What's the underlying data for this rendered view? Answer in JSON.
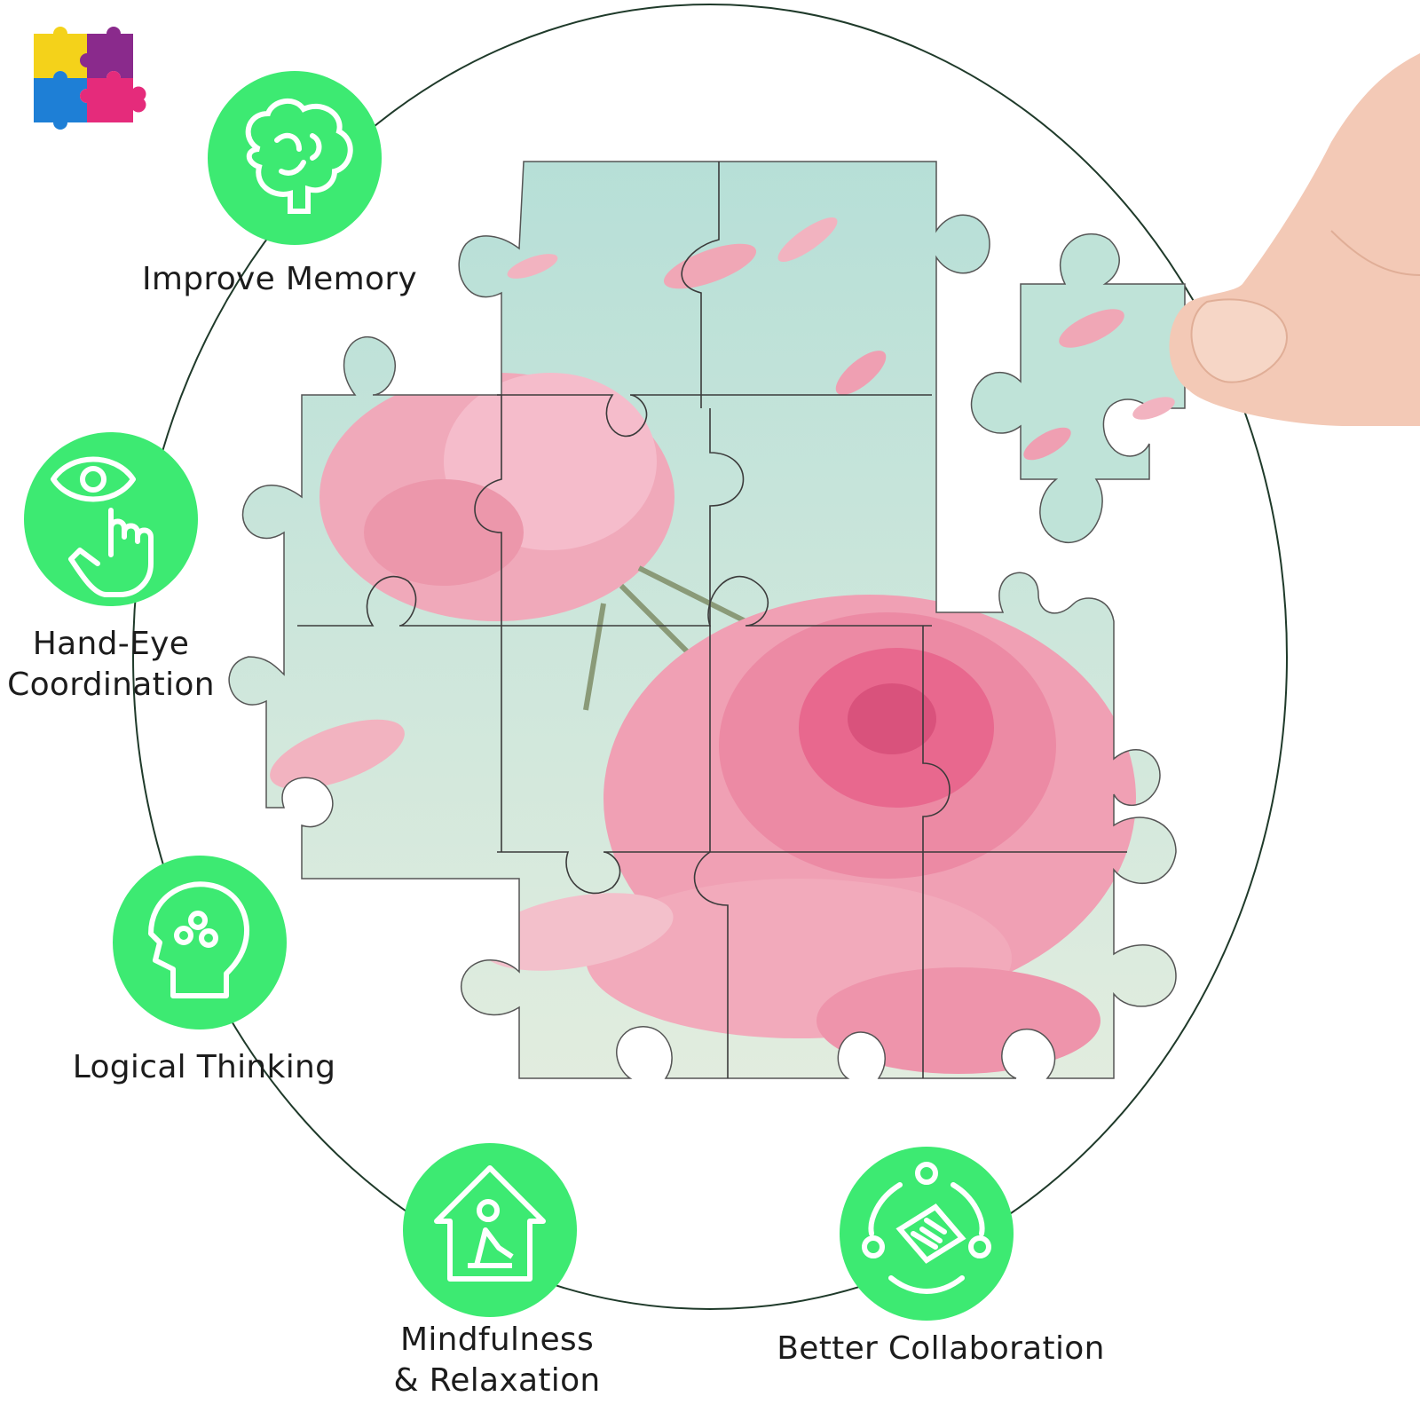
{
  "benefits": [
    {
      "id": "memory",
      "label": "Improve Memory",
      "icon": "brain-icon"
    },
    {
      "id": "hand-eye",
      "label_line1": "Hand-Eye",
      "label_line2": "Coordination",
      "icon": "eye-hand-icon"
    },
    {
      "id": "logic",
      "label": "Logical Thinking",
      "icon": "head-gears-icon"
    },
    {
      "id": "mindfulness",
      "label_line1": "Mindfulness",
      "label_line2": "& Relaxation",
      "icon": "home-person-icon"
    },
    {
      "id": "collaboration",
      "label": "Better Collaboration",
      "icon": "team-book-icon"
    }
  ],
  "colors": {
    "badge_green": "#3dea72",
    "icon_stroke": "#ffffff",
    "ring": "#1f3a2a",
    "puzzle_sky": "#bfe3d8",
    "rose_pink": "#f2a5b6",
    "rose_deep": "#e8688e",
    "piece_line": "#3b3b3b",
    "skin": "#f3c9b6"
  },
  "logo": {
    "icon": "puzzle-logo-icon"
  },
  "illustration": {
    "subject": "rose-painting-puzzle",
    "icon": "hand-holding-piece-icon"
  }
}
